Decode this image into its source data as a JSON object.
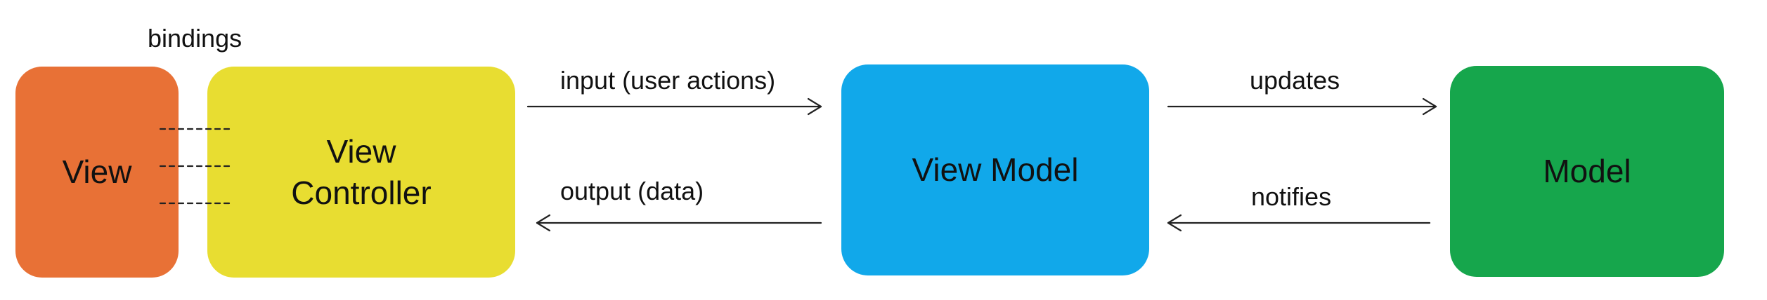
{
  "diagram": {
    "bindings_label": "bindings",
    "boxes": {
      "view": {
        "label": "View",
        "color": "#E87136"
      },
      "view_controller": {
        "line1": "View",
        "line2": "Controller",
        "color": "#E8DD31"
      },
      "view_model": {
        "label": "View Model",
        "color": "#11A8EA"
      },
      "model": {
        "label": "Model",
        "color": "#16A64C"
      }
    },
    "arrows": {
      "input": "input (user actions)",
      "output": "output (data)",
      "updates": "updates",
      "notifies": "notifies"
    }
  }
}
